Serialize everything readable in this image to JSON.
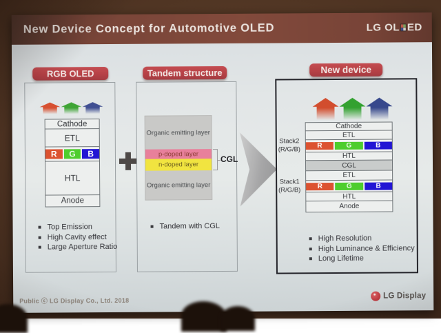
{
  "header": {
    "title": "New Device Concept for Automotive OLED",
    "brand_prefix": "LG OL",
    "brand_suffix": "ED"
  },
  "panels": {
    "rgb_oled": {
      "badge": "RGB OLED",
      "layers": {
        "cathode": "Cathode",
        "etl": "ETL",
        "htl": "HTL",
        "anode": "Anode"
      },
      "rgb": {
        "r": "R",
        "g": "G",
        "b": "B"
      },
      "bullets": [
        "Top Emission",
        "High Cavity effect",
        "Large Aperture Ratio"
      ]
    },
    "tandem": {
      "badge": "Tandem structure",
      "layers": {
        "organic_top": "Organic emitting layer",
        "p_doped": "p-doped layer",
        "n_doped": "n-doped layer",
        "organic_bottom": "Organic emitting layer"
      },
      "cgl_label": "CGL",
      "bullets": [
        "Tandem with CGL"
      ]
    },
    "new_device": {
      "badge": "New device",
      "layers": {
        "cathode": "Cathode",
        "etl_top": "ETL",
        "htl_top": "HTL",
        "cgl": "CGL",
        "etl_bottom": "ETL",
        "htl_bottom": "HTL",
        "anode": "Anode"
      },
      "rgb": {
        "r": "R",
        "g": "G",
        "b": "B"
      },
      "stack2": {
        "line1": "Stack2",
        "line2": "(R/G/B)"
      },
      "stack1": {
        "line1": "Stack1",
        "line2": "(R/G/B)"
      },
      "bullets": [
        "High Resolution",
        "High Luminance & Efficiency",
        "Long Lifetime"
      ]
    }
  },
  "footer": {
    "copyright": "Public ⓒ LG Display Co., Ltd. 2018",
    "logo_text": "LG Display"
  },
  "icons": {
    "plus": "plus-icon",
    "transition_arrow": "big-right-arrow-icon",
    "emission_arrows": "emission-arrow-icon (red/green/blue house-shaped up arrows)",
    "lg_symbol": "lg-face-icon",
    "oled_pixel": "oled-pixel-icon"
  },
  "colors": {
    "badge_red": "#bb4045",
    "header_maroon": "#7e463a",
    "r": "#e2512d",
    "g": "#49cf27",
    "b": "#2214dd",
    "p_doped_pink": "#ec7f9b",
    "n_doped_yellow": "#f2e438",
    "organic_gray": "#c9c9c7",
    "cgl_gray": "#c9cccb",
    "lg_logo_red": "#c2383e"
  }
}
